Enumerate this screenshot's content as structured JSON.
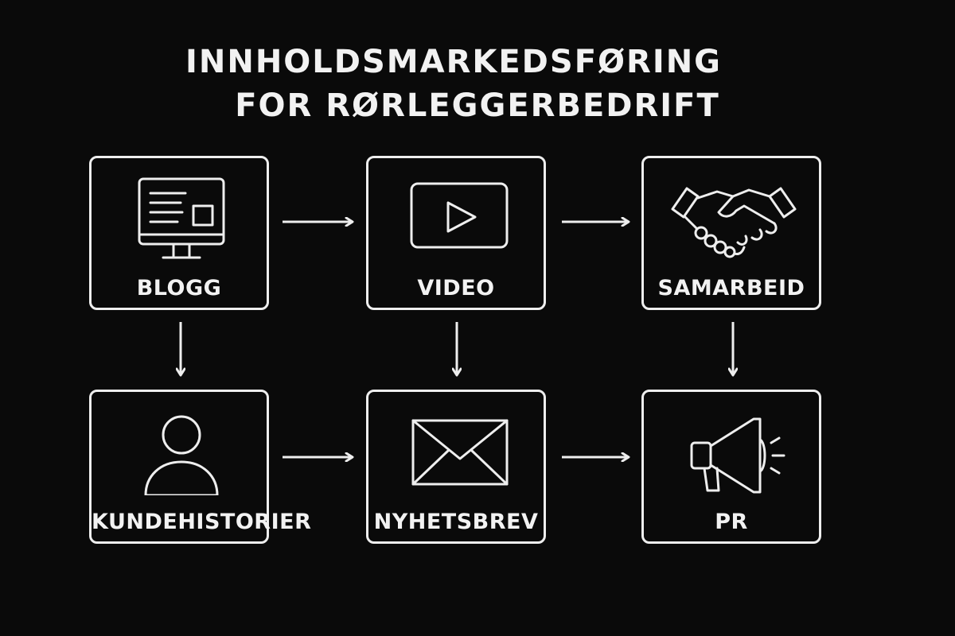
{
  "title": {
    "line1": "INNHOLDSMARKEDSFØRING",
    "line2": "FOR RØRLEGGERBEDRIFT"
  },
  "nodes": [
    {
      "id": "blogg",
      "label": "BLOGG",
      "icon": "monitor-icon"
    },
    {
      "id": "video",
      "label": "VIDEO",
      "icon": "video-play-icon"
    },
    {
      "id": "samarbeid",
      "label": "SAMARBEID",
      "icon": "handshake-icon"
    },
    {
      "id": "kundehistorier",
      "label": "KUNDEHISTORIER",
      "icon": "person-icon"
    },
    {
      "id": "nyhetsbrev",
      "label": "NYHETSBREV",
      "icon": "envelope-icon"
    },
    {
      "id": "pr",
      "label": "PR",
      "icon": "megaphone-icon"
    }
  ],
  "edges": [
    {
      "from": "blogg",
      "to": "video"
    },
    {
      "from": "video",
      "to": "samarbeid"
    },
    {
      "from": "blogg",
      "to": "kundehistorier"
    },
    {
      "from": "video",
      "to": "nyhetsbrev"
    },
    {
      "from": "samarbeid",
      "to": "pr"
    },
    {
      "from": "kundehistorier",
      "to": "nyhetsbrev"
    },
    {
      "from": "nyhetsbrev",
      "to": "pr"
    }
  ],
  "colors": {
    "background": "#0a0a0a",
    "foreground": "#eeeeee"
  }
}
